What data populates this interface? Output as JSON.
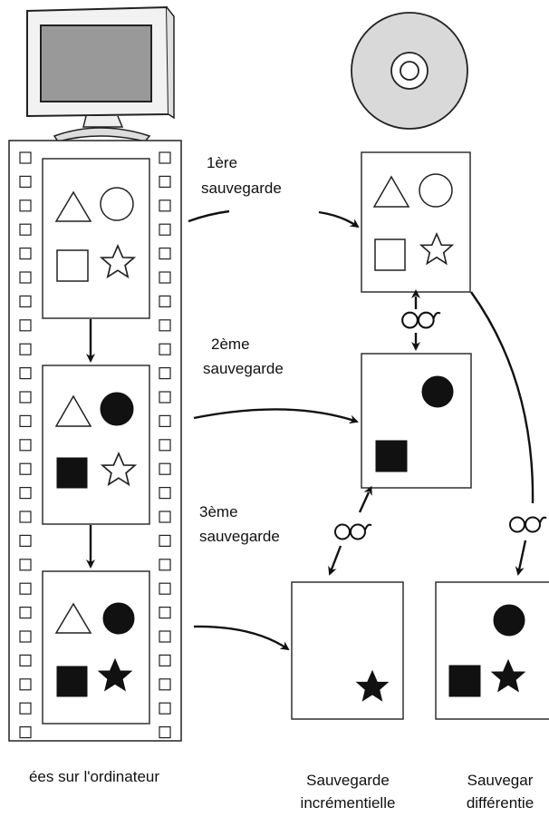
{
  "labels": {
    "save1_line1": "1ère",
    "save1_line2": "sauvegarde",
    "save2_line1": "2ème",
    "save2_line2": "sauvegarde",
    "save3_line1": "3ème",
    "save3_line2": "sauvegarde"
  },
  "captions": {
    "computer": "ées sur l'ordinateur",
    "incremental_line1": "Sauvegarde",
    "incremental_line2": "incrémentielle",
    "differential_line1": "Sauvegar",
    "differential_line2": "différentie"
  },
  "icons": [
    "computer-monitor-icon",
    "cd-disc-icon",
    "glasses-icon",
    "triangle",
    "circle",
    "square",
    "star"
  ],
  "colors": {
    "ink": "#111111",
    "screen": "#999999",
    "disc": "#d9d9d9"
  }
}
